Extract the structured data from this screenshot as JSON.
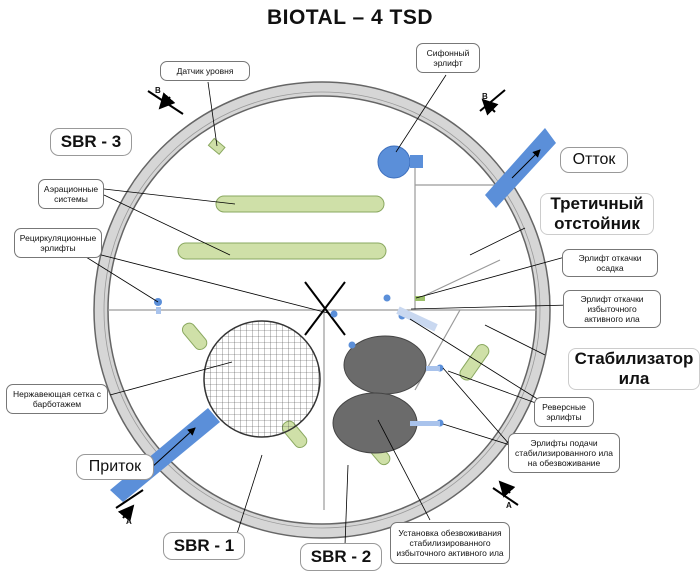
{
  "title": "BIOTAL – 4 TSD",
  "labels": {
    "sbr3": "SBR - 3",
    "sbr1": "SBR - 1",
    "sbr2": "SBR - 2",
    "tertiary": "Третичный отстойник",
    "stabilizer": "Стабилизатор ила",
    "outflow": "Отток",
    "inflow": "Приток"
  },
  "callouts": {
    "level_sensor": "Датчик уровня",
    "siphon_airlift": "Сифонный эрлифт",
    "aeration": "Аэрационные системы",
    "recirculation": "Рециркуляционные эрлифты",
    "sludge_pump": "Эрлифт откачки осадка",
    "excess_sludge": "Эрлифт откачки избыточного активного ила",
    "mesh": "Нержавеющая сетка с барботажем",
    "reverse": "Реверсные эрлифты",
    "feed_airlifts": "Эрлифты подачи стабилизированного ила на обезвоживание",
    "dewatering": "Установка обезвоживания стабилизированного избыточного активного ила"
  },
  "section_marks": {
    "a": "A",
    "b": "B"
  },
  "colors": {
    "ring": "#d4d4d4",
    "pipe": "#5b8fd9",
    "green": "#cfe0a8",
    "green_stroke": "#8aa860",
    "dark": "#6b6b6b"
  }
}
